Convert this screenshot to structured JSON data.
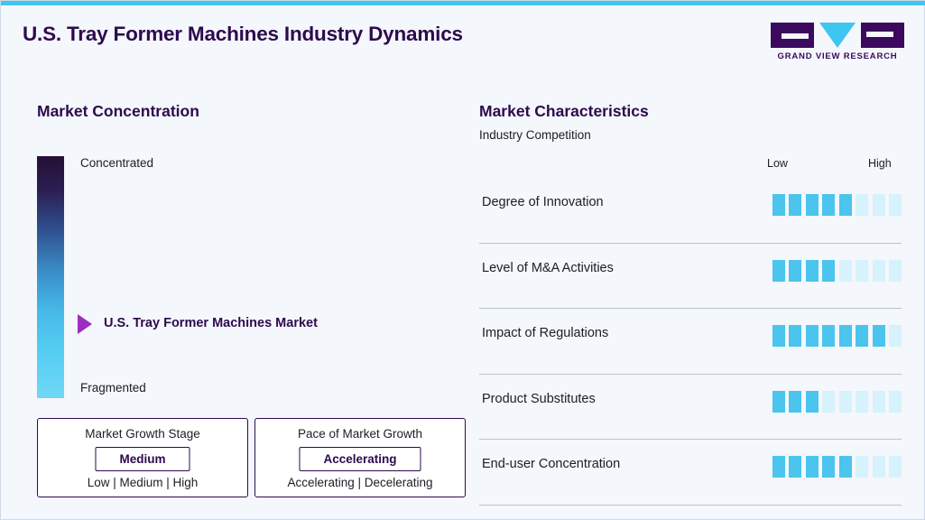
{
  "header": {
    "title": "U.S. Tray Former Machines Industry Dynamics",
    "logo_text": "GRAND VIEW RESEARCH"
  },
  "left_panel": {
    "title": "Market Concentration",
    "top_label": "Concentrated",
    "bottom_label": "Fragmented",
    "marker_label": "U.S. Tray Former Machines Market",
    "growth_stage": {
      "title": "Market Growth Stage",
      "value": "Medium",
      "scale": "Low | Medium | High"
    },
    "pace": {
      "title": "Pace of Market Growth",
      "value": "Accelerating",
      "scale": "Accelerating | Decelerating"
    }
  },
  "right_panel": {
    "title": "Market Characteristics",
    "subtitle": "Industry Competition",
    "scale_low": "Low",
    "scale_high": "High"
  },
  "chart_data": {
    "type": "bar",
    "title": "Market Characteristics",
    "subtitle": "Industry Competition",
    "xlabel": "",
    "ylabel": "",
    "scale_labels": [
      "Low",
      "High"
    ],
    "max_segments": 8,
    "categories": [
      "Degree of Innovation",
      "Level of M&A Activities",
      "Impact of Regulations",
      "Product Substitutes",
      "End-user Concentration"
    ],
    "values": [
      5,
      4,
      7,
      3,
      5
    ],
    "colors": {
      "filled": "#4bc4ee",
      "empty": "#d6f2fc",
      "accent": "#3ec6f0",
      "brand_dark": "#2d0a4e",
      "marker": "#9b2fbf"
    }
  }
}
